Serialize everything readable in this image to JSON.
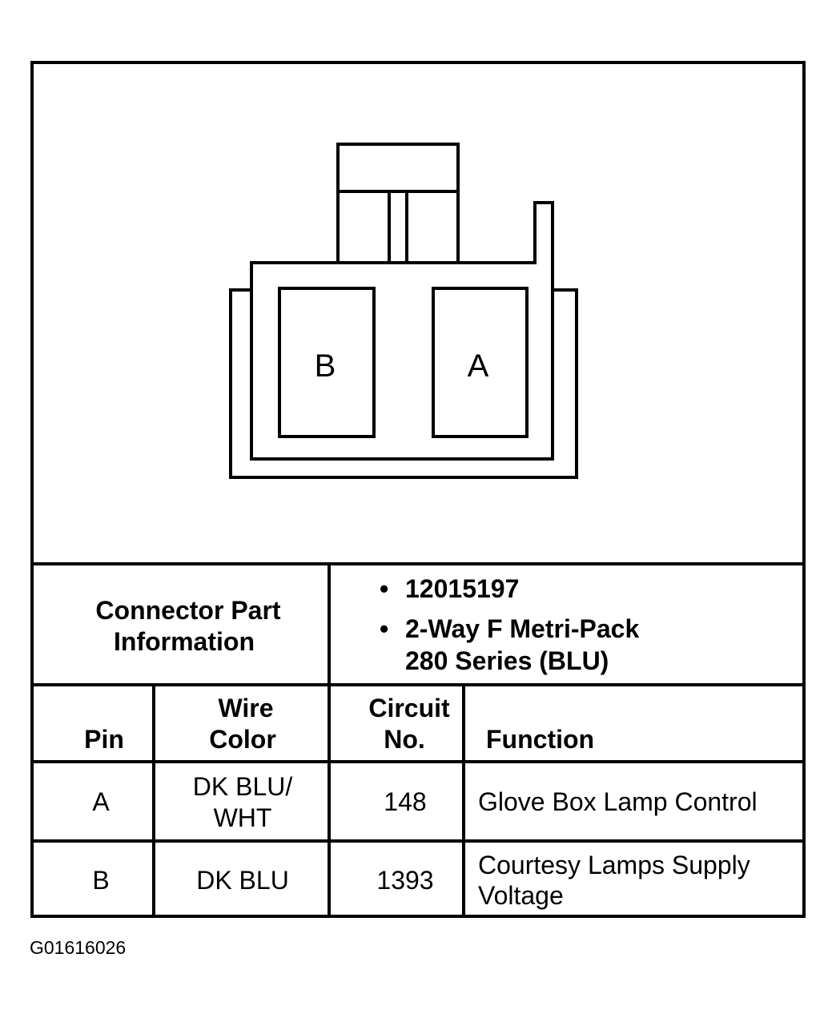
{
  "connector": {
    "pin_b_label": "B",
    "pin_a_label": "A"
  },
  "part_info": {
    "heading_line1": "Connector Part",
    "heading_line2": "Information",
    "bullet": "•",
    "part_number": "12015197",
    "type_line1": "2-Way F Metri-Pack",
    "type_line2": "280 Series (BLU)"
  },
  "table": {
    "headers": {
      "pin": "Pin",
      "wire_color_line1": "Wire",
      "wire_color_line2": "Color",
      "circuit_line1": "Circuit",
      "circuit_line2": "No.",
      "function": "Function"
    },
    "rows": [
      {
        "pin": "A",
        "wire_line1": "DK BLU/",
        "wire_line2": "WHT",
        "circuit": "148",
        "function_line1": "Glove Box Lamp Control",
        "function_line2": ""
      },
      {
        "pin": "B",
        "wire_line1": "DK BLU",
        "wire_line2": "",
        "circuit": "1393",
        "function_line1": "Courtesy Lamps Supply",
        "function_line2": "Voltage"
      }
    ]
  },
  "figure_id": "G01616026"
}
